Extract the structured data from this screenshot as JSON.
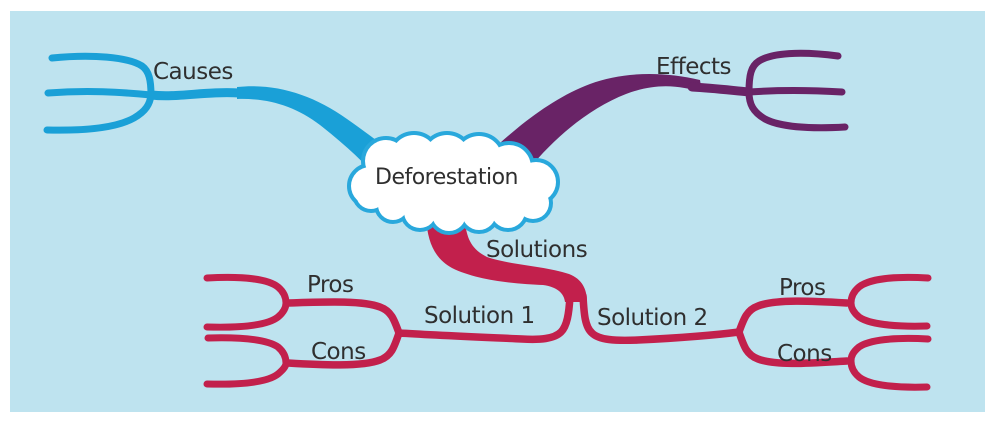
{
  "diagram": {
    "type": "mind-map",
    "central_topic": "Deforestation",
    "branches": {
      "causes": {
        "label": "Causes",
        "placeholder_prongs": 3
      },
      "effects": {
        "label": "Effects",
        "placeholder_prongs": 3
      },
      "solutions": {
        "label": "Solutions",
        "children": {
          "solution1": {
            "label": "Solution 1",
            "pros": "Pros",
            "cons": "Cons",
            "pros_prongs": 2,
            "cons_prongs": 2
          },
          "solution2": {
            "label": "Solution 2",
            "pros": "Pros",
            "cons": "Cons",
            "pros_prongs": 2,
            "cons_prongs": 2
          }
        }
      }
    }
  },
  "colors": {
    "page": "#FFFFFF",
    "canvas": "#BEE3EF",
    "causes_branch": "#1AA0D7",
    "effects_branch": "#692366",
    "solutions_branch": "#C2204C",
    "cloud_fill": "#FFFFFF",
    "cloud_stroke": "#29A8DC",
    "label_text": "#2F2F2F"
  }
}
